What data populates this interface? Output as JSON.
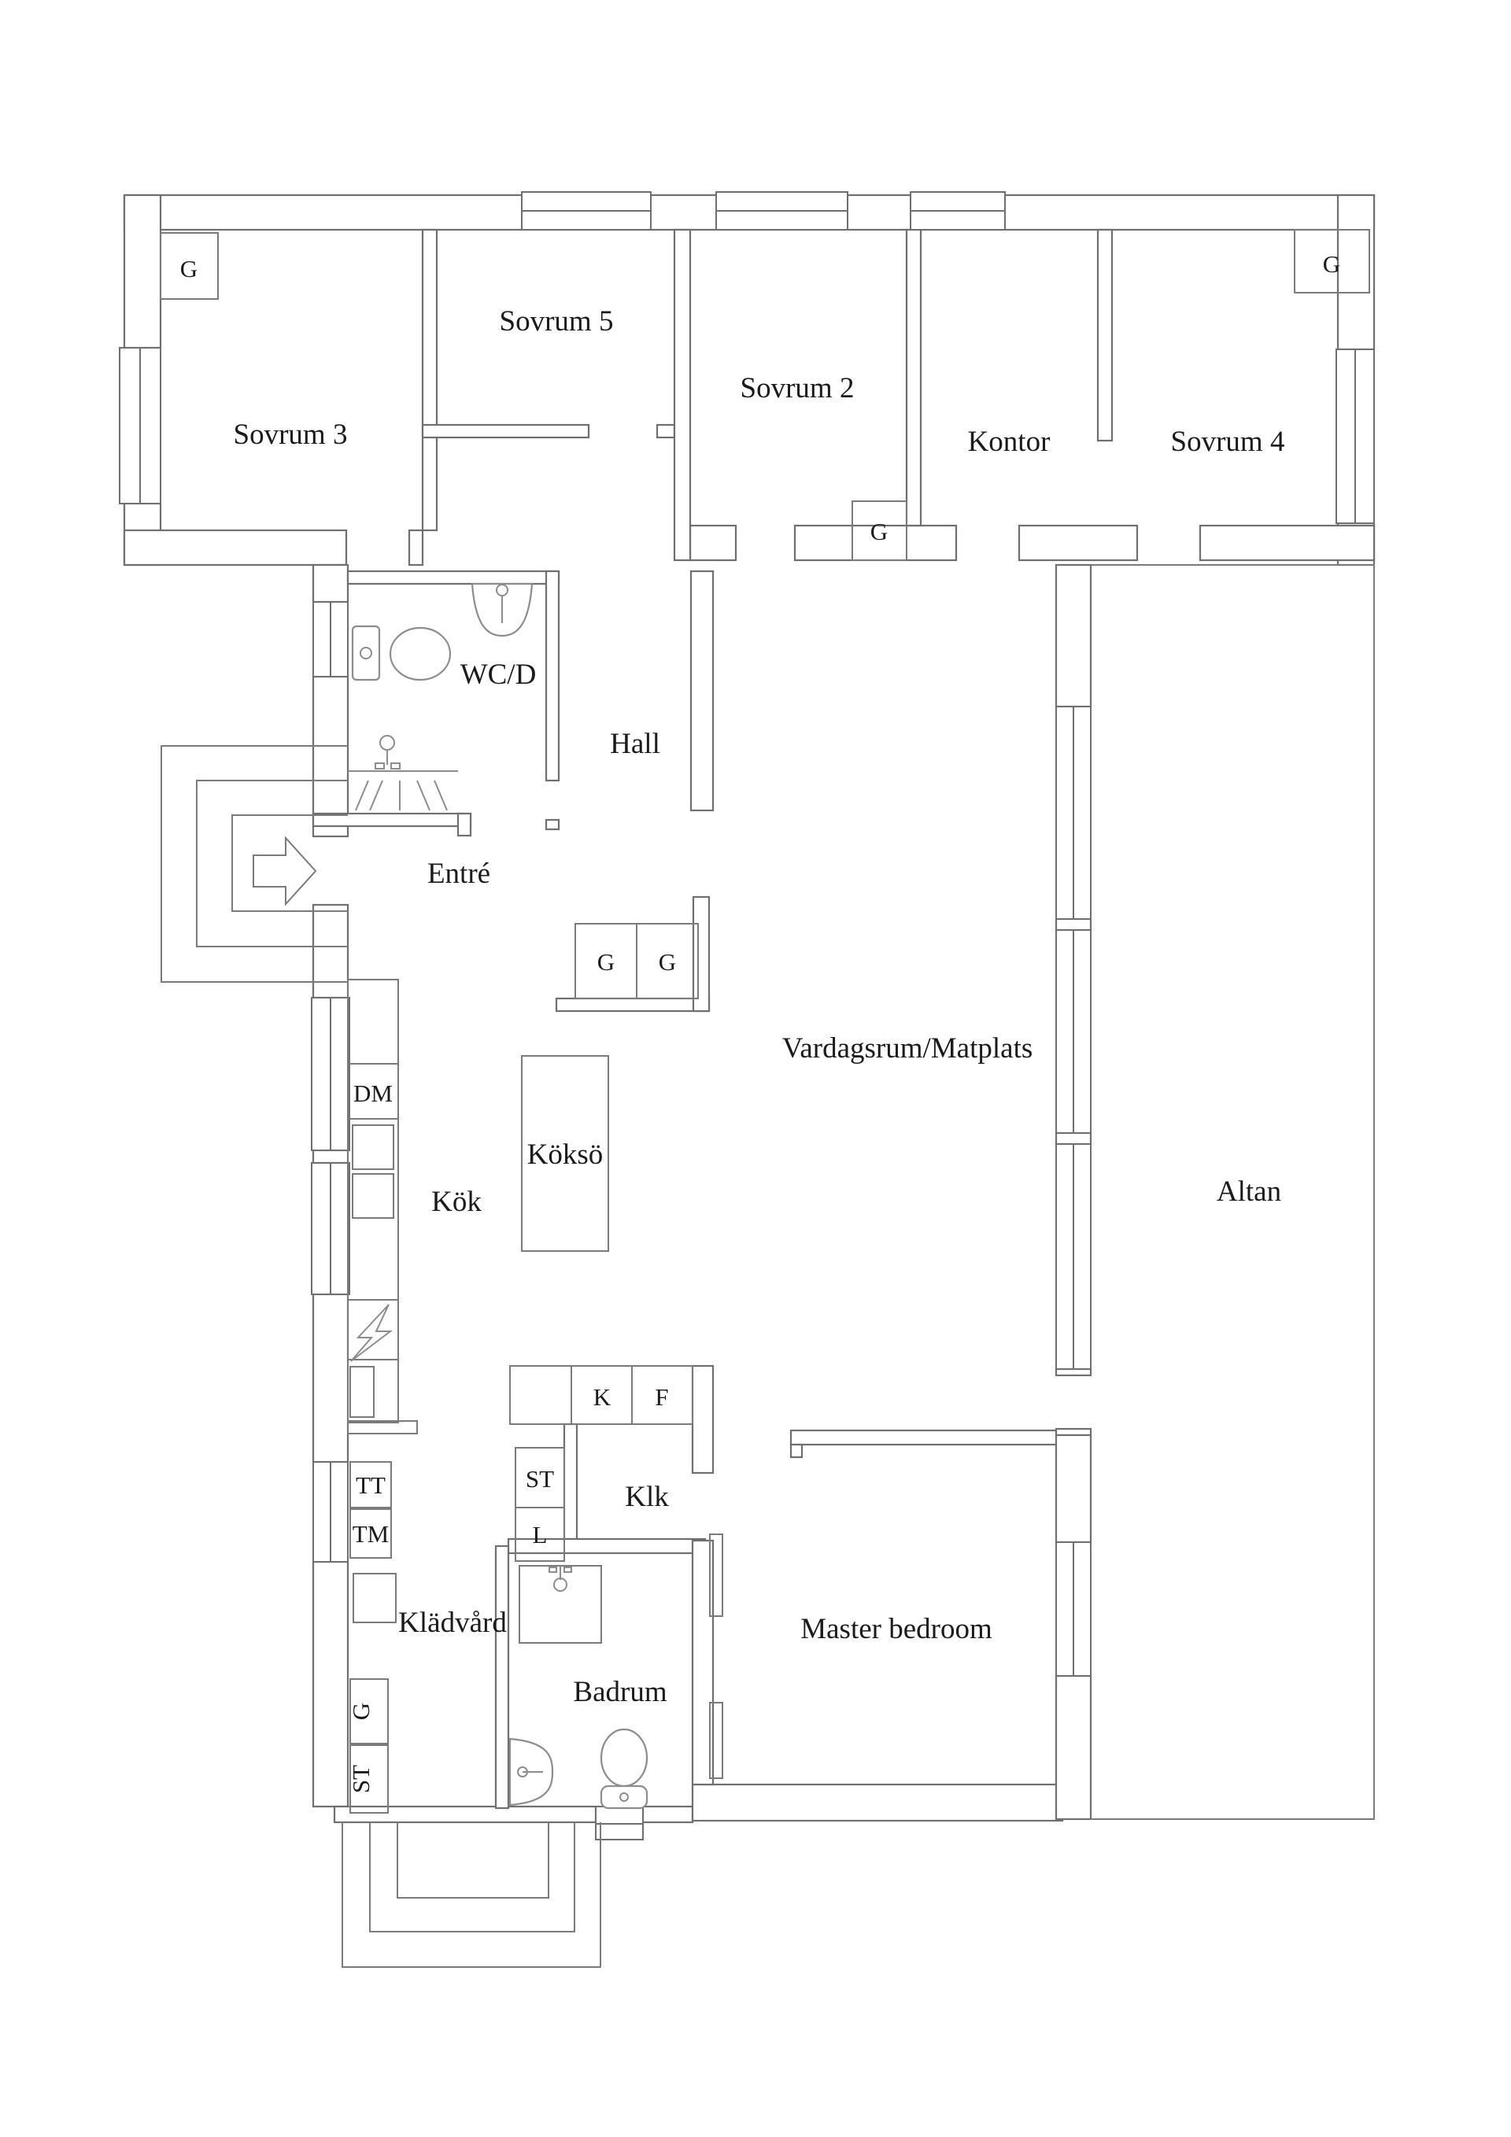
{
  "plan_title": "Swedish house floor plan",
  "colors": {
    "background": "#ffffff",
    "wall_line": "#6f6f6f",
    "fixture_line": "#8d8d8d",
    "text": "#1b1b1b"
  },
  "rooms": {
    "sovrum3": "Sovrum 3",
    "sovrum5": "Sovrum 5",
    "sovrum2": "Sovrum 2",
    "kontor": "Kontor",
    "sovrum4": "Sovrum 4",
    "wcd": "WC/D",
    "hall": "Hall",
    "entre": "Entré",
    "vardagsrum": "Vardagsrum/Matplats",
    "kok": "Kök",
    "kokso": "Köksö",
    "altan": "Altan",
    "klk": "Klk",
    "kladvard": "Klädvård",
    "badrum": "Badrum",
    "master": "Master bedroom"
  },
  "fixtures": {
    "g": "G",
    "dm": "DM",
    "tt": "TT",
    "tm": "TM",
    "st": "ST",
    "l": "L",
    "k": "K",
    "f": "F"
  }
}
